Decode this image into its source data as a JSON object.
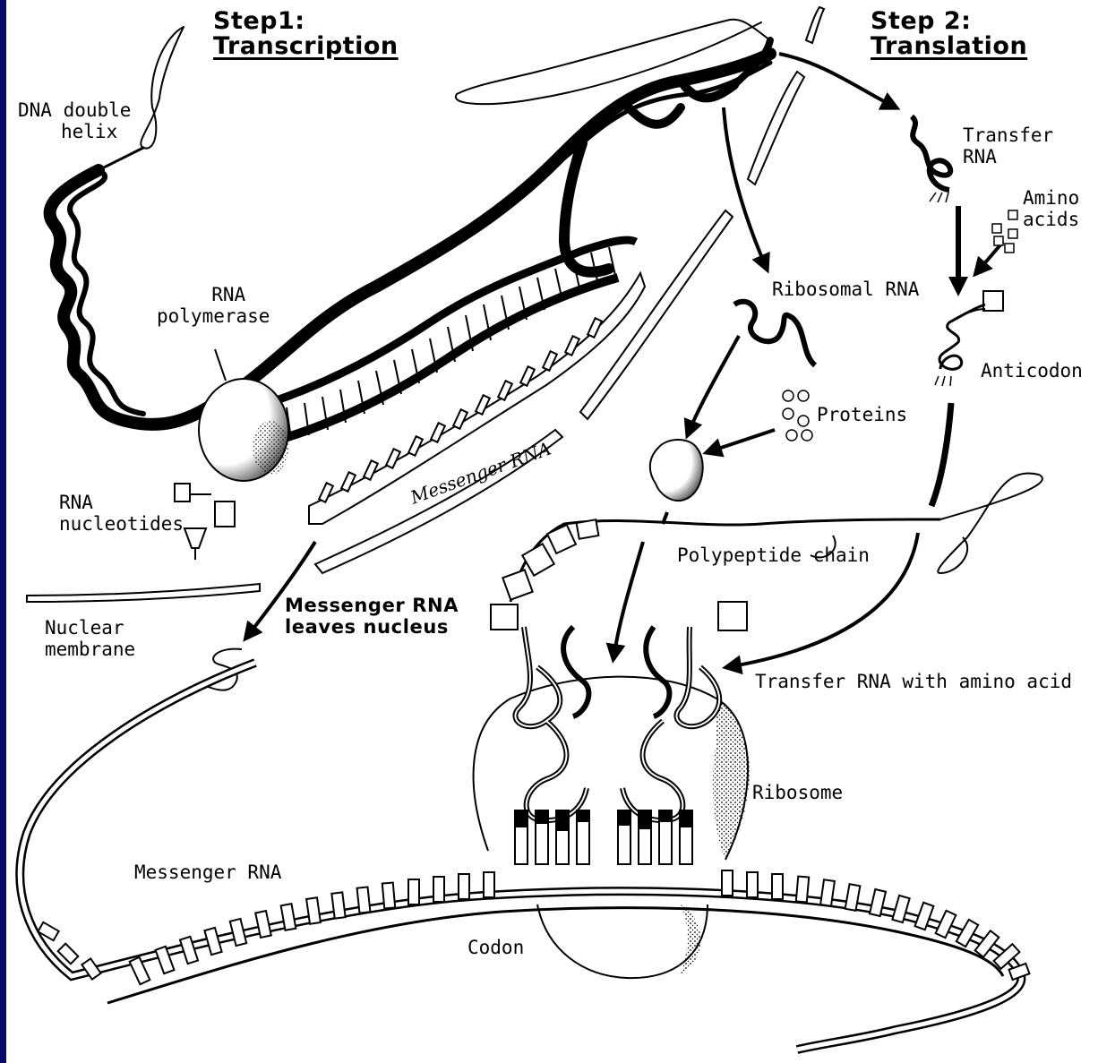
{
  "colors": {
    "border": "#0a0a6e",
    "ink": "#000000",
    "paper": "#ffffff"
  },
  "titles": {
    "step1_line1": "Step1:",
    "step1_line2": "Transcription",
    "step2_line1": "Step 2:",
    "step2_line2": "Translation"
  },
  "labels": {
    "dna_helix_1": "DNA double",
    "dna_helix_2": "helix",
    "rna_polymerase_1": "RNA",
    "rna_polymerase_2": "polymerase",
    "rna_nucleotides_1": "RNA",
    "rna_nucleotides_2": "nucleotides",
    "nuclear_membrane_1": "Nuclear",
    "nuclear_membrane_2": "membrane",
    "messenger_rna_strand": "Messenger RNA",
    "messenger_leaves_1": "Messenger RNA",
    "messenger_leaves_2": "leaves nucleus",
    "transfer_rna_1": "Transfer",
    "transfer_rna_2": "RNA",
    "amino_acids_1": "Amino",
    "amino_acids_2": "acids",
    "ribosomal_rna": "Ribosomal RNA",
    "anticodon": "Anticodon",
    "proteins": "Proteins",
    "polypeptide_chain": "Polypeptide chain",
    "transfer_rna_with_amino": "Transfer RNA with amino acid",
    "ribosome": "Ribosome",
    "messenger_rna_bottom": "Messenger RNA",
    "codon": "Codon"
  }
}
